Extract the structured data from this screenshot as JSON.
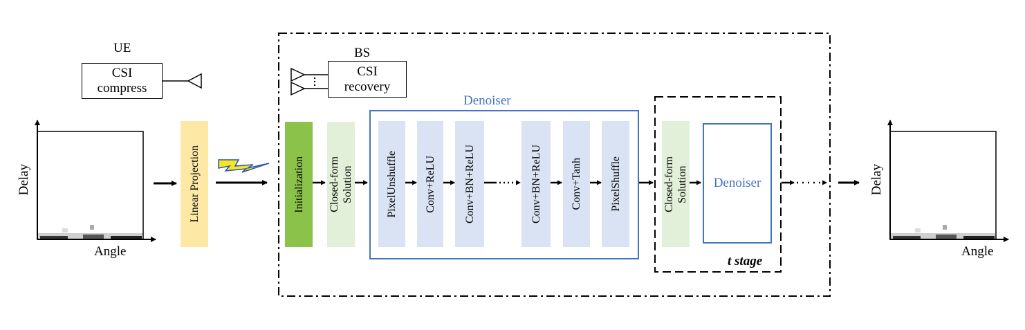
{
  "ue": {
    "label": "UE",
    "compress_line1": "CSI",
    "compress_line2": "compress"
  },
  "bs": {
    "label": "BS",
    "recovery_line1": "CSI",
    "recovery_line2": "recovery"
  },
  "input_plot": {
    "ylabel": "Delay",
    "xlabel": "Angle"
  },
  "output_plot": {
    "ylabel": "Delay",
    "xlabel": "Angle"
  },
  "linear_projection": "Linear Projection",
  "initialization": "Initialization",
  "closed_form_1": {
    "line1": "Closed-form",
    "line2": "Solution"
  },
  "closed_form_2": {
    "line1": "Closed-form",
    "line2": "Solution"
  },
  "denoiser_title": "Denoiser",
  "denoiser_layers": [
    "PixelUnshuffle",
    "Conv+ReLU",
    "Conv+BN+ReLU",
    "Conv+BN+ReLU",
    "Conv+Tanh",
    "PixelShuffle"
  ],
  "stage_denoiser": "Denoiser",
  "stage_label": "t stage",
  "colors": {
    "init_green": "#8bc34a",
    "closed_form_green": "#e2efd9",
    "linear_projection_yellow": "#fde9a5",
    "layer_blue": "#dae3f3",
    "denoiser_border": "#4472c4",
    "denoiser_text": "#4472c4",
    "lightning_yellow": "#f5e61e"
  },
  "icons": [
    "antenna-icon",
    "lightning-icon",
    "arrow-icon"
  ]
}
